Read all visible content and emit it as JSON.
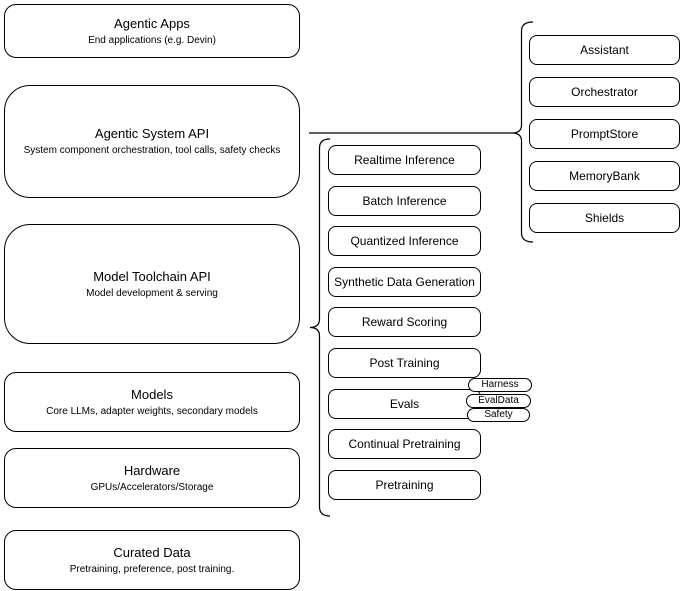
{
  "diagram": {
    "stack": [
      {
        "title": "Agentic Apps",
        "subtitle": "End applications (e.g. Devin)"
      },
      {
        "title": "Agentic System API",
        "subtitle": "System component orchestration, tool calls, safety checks"
      },
      {
        "title": "Model Toolchain API",
        "subtitle": "Model development & serving"
      },
      {
        "title": "Models",
        "subtitle": "Core LLMs, adapter weights, secondary models"
      },
      {
        "title": "Hardware",
        "subtitle": "GPUs/Accelerators/Storage"
      },
      {
        "title": "Curated Data",
        "subtitle": "Pretraining, preference, post training."
      }
    ],
    "toolchain_items": [
      "Realtime Inference",
      "Batch Inference",
      "Quantized Inference",
      "Synthetic Data Generation",
      "Reward Scoring",
      "Post Training",
      "Evals",
      "Continual Pretraining",
      "Pretraining"
    ],
    "eval_badges": [
      "Harness",
      "EvalData",
      "Safety"
    ],
    "system_components": [
      "Assistant",
      "Orchestrator",
      "PromptStore",
      "MemoryBank",
      "Shields"
    ],
    "colors": {
      "stroke": "#000000",
      "background": "#ffffff"
    }
  }
}
